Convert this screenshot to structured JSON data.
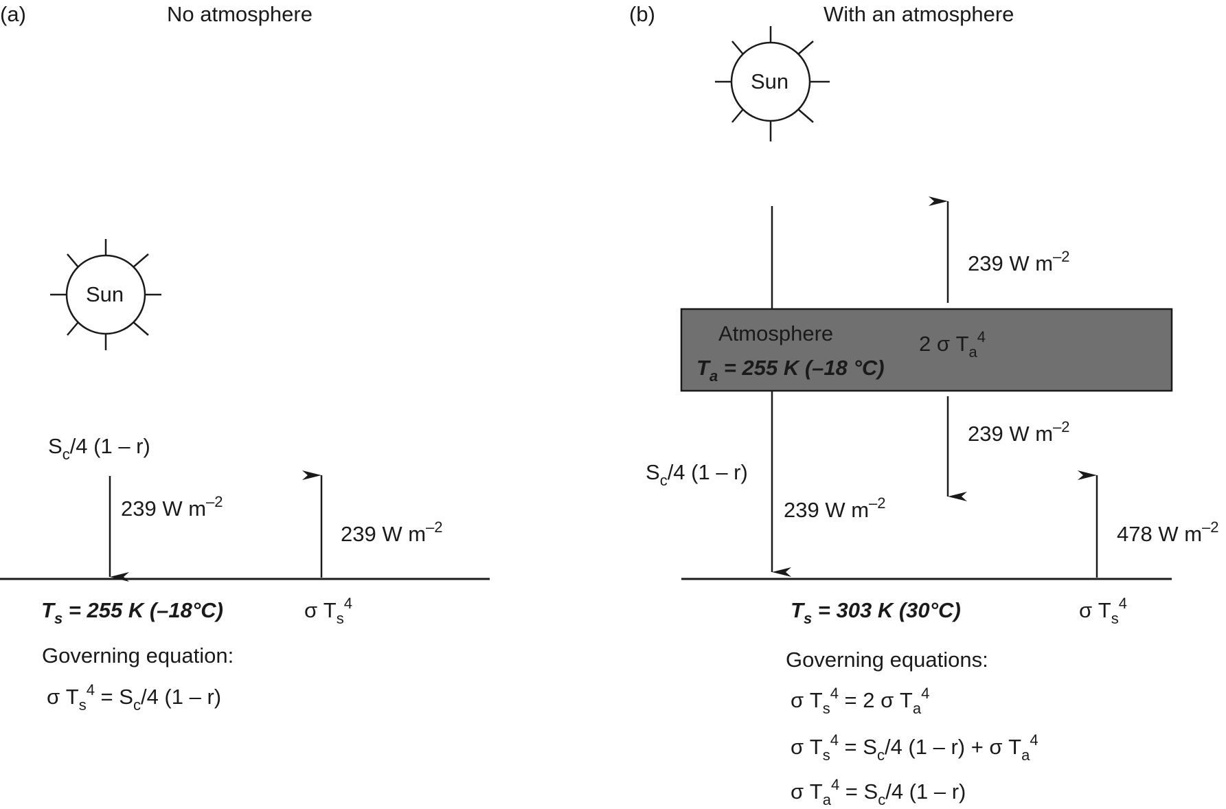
{
  "panel_a": {
    "letter": "(a)",
    "title": "No atmosphere",
    "sun": "Sun",
    "solar_input": "S",
    "solar_input_sub": "c",
    "solar_input_rest": "/4 (1 – r)",
    "down_flux": "239 W m",
    "up_flux": "239 W m",
    "flux_exp": "–2",
    "surface_temp_T": "T",
    "surface_temp_sub": "s",
    "surface_temp_rest": " = 255 K (–18°C)",
    "sigma_Ts": "σ T",
    "sigma_Ts_sub": "s",
    "sigma_Ts_sup": "4",
    "governing_label": "Governing equation:",
    "equation": {
      "lhs": "σ T",
      "lhs_sub": "s",
      "lhs_sup": "4",
      "eq": " = S",
      "eq_sub": "c",
      "rest": "/4 (1 – r)"
    }
  },
  "panel_b": {
    "letter": "(b)",
    "title": "With an atmosphere",
    "sun": "Sun",
    "atmosphere_label": "Atmosphere",
    "atm_temp_T": "T",
    "atm_temp_sub": "a",
    "atm_temp_rest": " = 255 K (–18 °C)",
    "atm_emission": "2 σ T",
    "atm_emission_sub": "a",
    "atm_emission_sup": "4",
    "up_flux_top": "239 W m",
    "down_flux_atm": "239 W m",
    "solar_input": "S",
    "solar_input_sub": "c",
    "solar_input_rest": "/4 (1 – r)",
    "down_flux_solar": "239 W m",
    "up_flux_surface": "478 W m",
    "flux_exp": "–2",
    "surface_temp_T": "T",
    "surface_temp_sub": "s",
    "surface_temp_rest": " = 303 K (30°C)",
    "sigma_Ts": "σ T",
    "sigma_Ts_sub": "s",
    "sigma_Ts_sup": "4",
    "governing_label": "Governing equations:",
    "eq1": {
      "a": "σ T",
      "a_sub": "s",
      "a_sup": "4",
      "b": " = 2 σ T",
      "b_sub": "a",
      "b_sup": "4"
    },
    "eq2": {
      "a": "σ T",
      "a_sub": "s",
      "a_sup": "4",
      "b": " = S",
      "b_sub": "c",
      "c": "/4 (1 – r) + σ T",
      "c_sub": "a",
      "c_sup": "4"
    },
    "eq3": {
      "a": "σ T",
      "a_sub": "a",
      "a_sup": "4",
      "b": " = S",
      "b_sub": "c",
      "c": "/4 (1 – r)"
    }
  },
  "colors": {
    "atmosphere_fill": "#707070",
    "line": "#1a1a1a"
  }
}
